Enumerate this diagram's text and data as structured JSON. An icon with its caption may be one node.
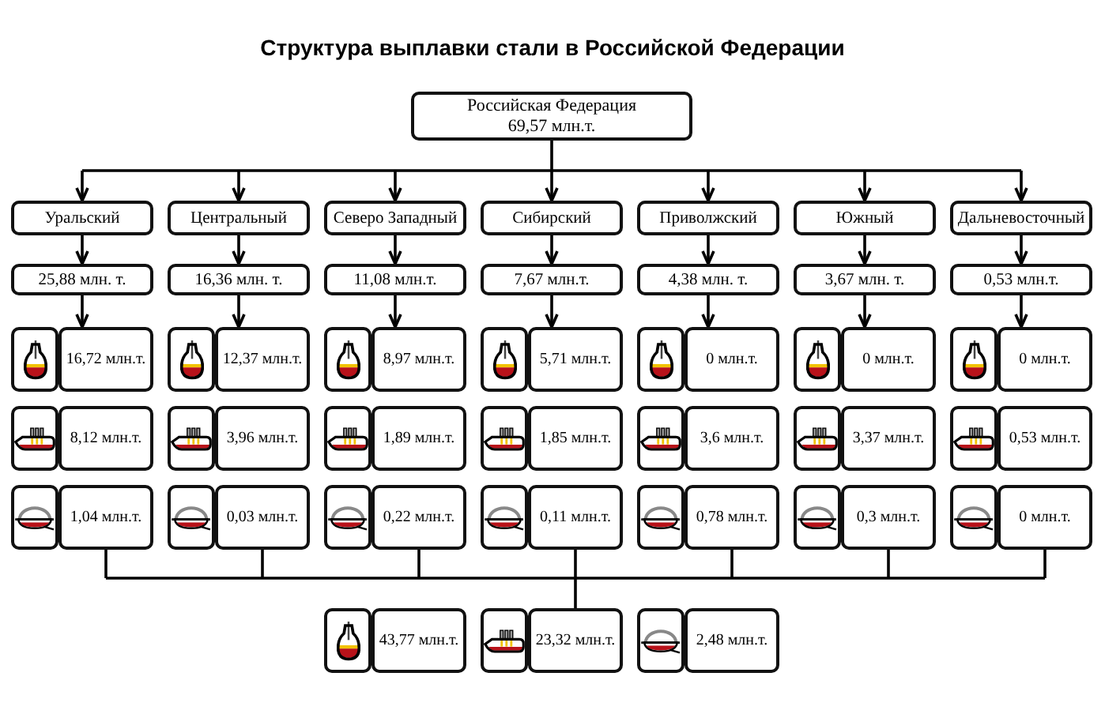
{
  "diagram": {
    "title": "Структура выплавки стали в Российской Федерации",
    "nodes": [
      {
        "text": [
          "Российская Федерация",
          "69,57 млн.т."
        ]
      },
      {
        "text": [
          "Уральский"
        ]
      },
      {
        "text": [
          "Центральный"
        ]
      },
      {
        "text": [
          "Северо Западный"
        ]
      },
      {
        "text": [
          "Сибирский"
        ]
      },
      {
        "text": [
          "Приволжский"
        ]
      },
      {
        "text": [
          "Южный"
        ]
      },
      {
        "text": [
          "Дальневосточный"
        ]
      },
      {
        "text": [
          "25,88 млн. т."
        ]
      },
      {
        "text": [
          "16,36 млн. т."
        ]
      },
      {
        "text": [
          "11,08 млн.т."
        ]
      },
      {
        "text": [
          "7,67 млн.т."
        ]
      },
      {
        "text": [
          "4,38 млн. т."
        ]
      },
      {
        "text": [
          "3,67 млн. т."
        ]
      },
      {
        "text": [
          "0,53 млн.т."
        ]
      },
      {
        "text": [],
        "shape": "picture"
      },
      {
        "text": [
          "16,72 млн.т."
        ]
      },
      {
        "text": [],
        "shape": "picture"
      },
      {
        "text": [
          "12,37 млн.т."
        ]
      },
      {
        "text": [],
        "shape": "picture"
      },
      {
        "text": [
          "8,97 млн.т."
        ]
      },
      {
        "text": [],
        "shape": "picture"
      },
      {
        "text": [
          "5,71 млн.т."
        ]
      },
      {
        "text": [],
        "shape": "picture"
      },
      {
        "text": [
          "0 млн.т."
        ]
      },
      {
        "text": [],
        "shape": "picture"
      },
      {
        "text": [
          "0 млн.т."
        ]
      },
      {
        "text": [],
        "shape": "picture"
      },
      {
        "text": [
          "0 млн.т."
        ]
      },
      {
        "text": [],
        "shape": "picture"
      },
      {
        "text": [
          "8,12 млн.т."
        ]
      },
      {
        "text": [],
        "shape": "picture"
      },
      {
        "text": [
          "3,96 млн.т."
        ]
      },
      {
        "text": [],
        "shape": "picture"
      },
      {
        "text": [
          "1,89 млн.т."
        ]
      },
      {
        "text": [],
        "shape": "picture"
      },
      {
        "text": [
          "1,85 млн.т."
        ]
      },
      {
        "text": [],
        "shape": "picture"
      },
      {
        "text": [
          "3,6 млн.т."
        ]
      },
      {
        "text": [],
        "shape": "picture"
      },
      {
        "text": [
          "3,37 млн.т."
        ]
      },
      {
        "text": [],
        "shape": "picture"
      },
      {
        "text": [
          "0,53 млн.т."
        ]
      },
      {
        "text": [],
        "shape": "picture"
      },
      {
        "text": [
          "1,04 млн.т."
        ]
      },
      {
        "text": [],
        "shape": "picture"
      },
      {
        "text": [
          "0,03 млн.т."
        ]
      },
      {
        "text": [],
        "shape": "picture"
      },
      {
        "text": [
          "0,22 млн.т."
        ]
      },
      {
        "text": [],
        "shape": "picture"
      },
      {
        "text": [
          "0,11 млн.т."
        ]
      },
      {
        "text": [],
        "shape": "picture"
      },
      {
        "text": [
          "0,78 млн.т."
        ]
      },
      {
        "text": [],
        "shape": "picture"
      },
      {
        "text": [
          "0,3 млн.т."
        ]
      },
      {
        "text": [],
        "shape": "picture"
      },
      {
        "text": [
          "0 млн.т."
        ]
      },
      {
        "text": [],
        "shape": "picture"
      },
      {
        "text": [
          "43,77 млн.т."
        ]
      },
      {
        "text": [],
        "shape": "picture"
      },
      {
        "text": [
          "23,32 млн.т."
        ]
      },
      {
        "text": [],
        "shape": "picture"
      },
      {
        "text": [
          "2,48 млн.т."
        ]
      }
    ],
    "edges": [
      {
        "from": 0,
        "to": 1,
        "arrow": "to"
      },
      {
        "from": 0,
        "to": 2,
        "arrow": "to"
      },
      {
        "from": 0,
        "to": 3,
        "arrow": "to"
      },
      {
        "from": 0,
        "to": 4,
        "arrow": "to"
      },
      {
        "from": 0,
        "to": 5,
        "arrow": "to"
      },
      {
        "from": 0,
        "to": 6,
        "arrow": "to"
      },
      {
        "from": 0,
        "to": 7,
        "arrow": "to"
      },
      {
        "from": 1,
        "to": 8,
        "arrow": "to"
      },
      {
        "from": 2,
        "to": 9,
        "arrow": "to"
      },
      {
        "from": 3,
        "to": 10,
        "arrow": "to"
      },
      {
        "from": 4,
        "to": 11,
        "arrow": "to"
      },
      {
        "from": 5,
        "to": 12,
        "arrow": "to"
      },
      {
        "from": 6,
        "to": 13,
        "arrow": "to"
      },
      {
        "from": 7,
        "to": 14,
        "arrow": "to"
      },
      {
        "from": 8,
        "to": 16,
        "arrow": "to"
      },
      {
        "from": 9,
        "to": 18,
        "arrow": "to"
      },
      {
        "from": 10,
        "to": 20,
        "arrow": "to"
      },
      {
        "from": 11,
        "to": 22,
        "arrow": "to"
      },
      {
        "from": 12,
        "to": 24,
        "arrow": "to"
      },
      {
        "from": 13,
        "to": 26,
        "arrow": "to"
      },
      {
        "from": 14,
        "to": 28,
        "arrow": "to"
      },
      {
        "from": 44,
        "to": 60,
        "arrow": "none"
      },
      {
        "from": 46,
        "to": 60,
        "arrow": "none"
      },
      {
        "from": 48,
        "to": 60,
        "arrow": "none"
      },
      {
        "from": 50,
        "to": 60,
        "arrow": "none"
      },
      {
        "from": 52,
        "to": 60,
        "arrow": "none"
      },
      {
        "from": 54,
        "to": 60,
        "arrow": "none"
      },
      {
        "from": 56,
        "to": 60,
        "arrow": "none"
      }
    ]
  }
}
